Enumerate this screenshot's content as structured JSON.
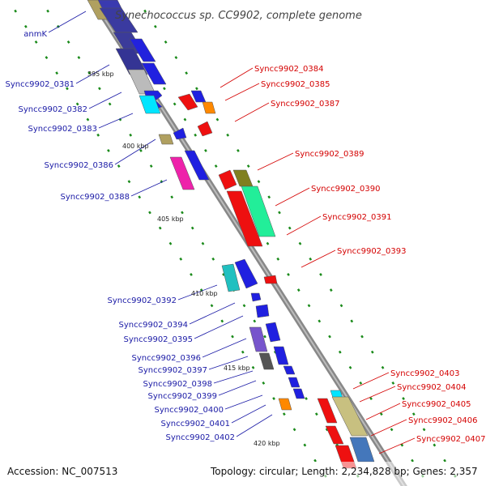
{
  "title": "Synechococcus sp. CC9902, complete genome",
  "accession": "Accession: NC_007513",
  "topology": "Topology: circular; Length: 2,234,828 bp; Genes: 2,357",
  "ticks": [
    "395 kbp",
    "400 kbp",
    "405 kbp",
    "410 kbp",
    "415 kbp",
    "420 kbp"
  ],
  "left_labels": [
    "anmK",
    "Syncc9902_0381",
    "Syncc9902_0382",
    "Syncc9902_0383",
    "Syncc9902_0386",
    "Syncc9902_0388",
    "Syncc9902_0392",
    "Syncc9902_0394",
    "Syncc9902_0395",
    "Syncc9902_0396",
    "Syncc9902_0397",
    "Syncc9902_0398",
    "Syncc9902_0399",
    "Syncc9902_0400",
    "Syncc9902_0401",
    "Syncc9902_0402"
  ],
  "right_labels": [
    "Syncc9902_0384",
    "Syncc9902_0385",
    "Syncc9902_0387",
    "Syncc9902_0389",
    "Syncc9902_0390",
    "Syncc9902_0391",
    "Syncc9902_0393",
    "Syncc9902_0403",
    "Syncc9902_0404",
    "Syncc9902_0405",
    "Syncc9902_0406",
    "Syncc9902_0407"
  ],
  "colors": {
    "left_label": "#1a1aa6",
    "right_label": "#d40000",
    "forward_gene": "#1010ee",
    "reverse_gene": "#ee1010",
    "backbone": "#888888",
    "tick_dash": "#1a8a1a"
  }
}
